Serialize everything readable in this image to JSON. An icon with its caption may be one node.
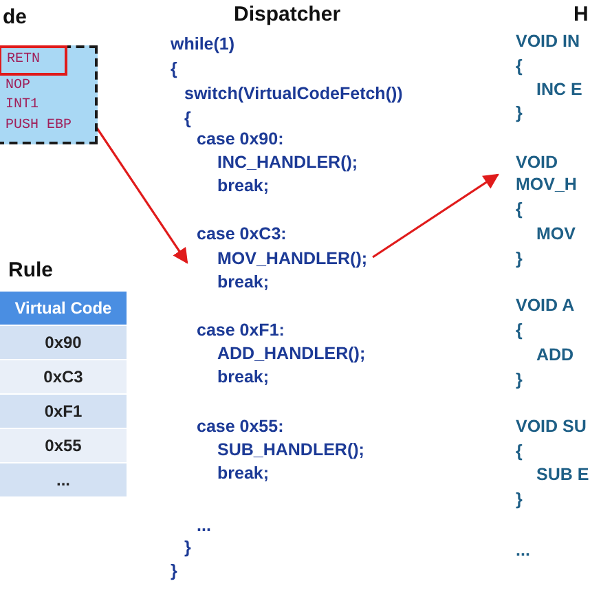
{
  "diagram": {
    "nodes": [
      {
        "text": [
          "de",
          "NOP",
          "INT1",
          "PUSH EBP"
        ]
      },
      {
        "text": [
          "RETN"
        ],
        "in": 0
      },
      {
        "text": [
          "MOV_HANDLER();"
        ]
      },
      {
        "text": [
          "VOID MOV_H"
        ]
      }
    ],
    "edges": [
      {
        "from": 1,
        "to": 2,
        "arrow": "to"
      },
      {
        "from": 2,
        "to": 3,
        "arrow": "to"
      }
    ],
    "labels": [
      "Rule",
      "Virtual Code",
      "0x90",
      "0xC3",
      "0xF1",
      "0x55",
      "...",
      "Dispatcher",
      "while(1)",
      "{",
      "switch(VirtualCodeFetch())",
      "{",
      "case 0x90:",
      "INC_HANDLER();",
      "break;",
      "case 0xC3:",
      "break;",
      "case 0xF1:",
      "ADD_HANDLER();",
      "break;",
      "case 0x55:",
      "SUB_HANDLER();",
      "break;",
      "...",
      "}",
      "}",
      "H",
      "VOID IN",
      "{",
      "INC E",
      "}",
      "{",
      "MOV",
      "}",
      "VOID A",
      "{",
      "ADD",
      "}",
      "VOID SU",
      "{",
      "SUB E",
      "}",
      "..."
    ]
  }
}
